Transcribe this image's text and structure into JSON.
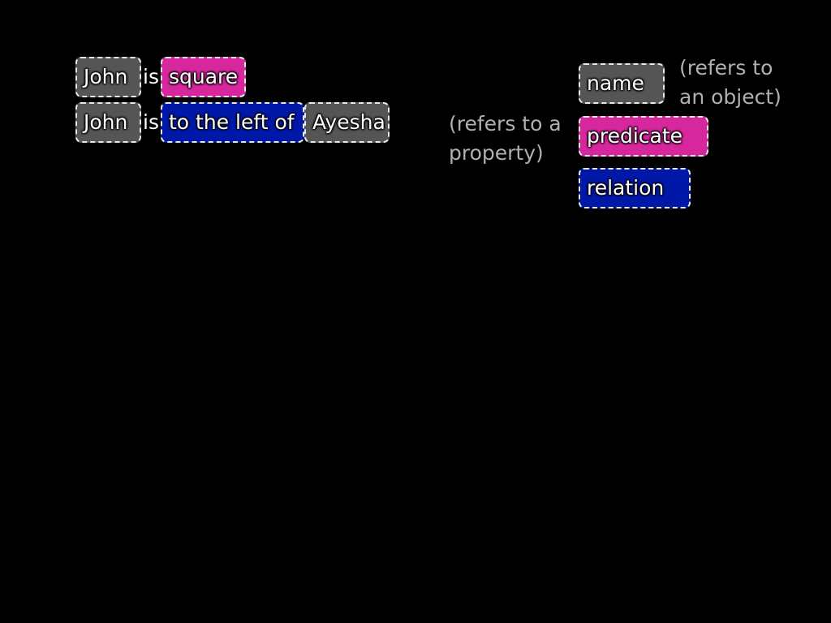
{
  "colors": {
    "name": "#555555",
    "predicate": "#d6279d",
    "relation": "#0018a8",
    "background": "#000000",
    "note_text": "#b0b0b0"
  },
  "sentences": [
    {
      "tokens": [
        {
          "text": "John",
          "kind": "name"
        },
        {
          "text": "is",
          "kind": "plain"
        },
        {
          "text": "square",
          "kind": "predicate"
        }
      ]
    },
    {
      "tokens": [
        {
          "text": "John",
          "kind": "name"
        },
        {
          "text": "is",
          "kind": "plain"
        },
        {
          "text": "to the left of",
          "kind": "relation"
        },
        {
          "text": "Ayesha",
          "kind": "name"
        }
      ]
    }
  ],
  "legend": {
    "name": {
      "label": "name",
      "note_lines": [
        "(refers to",
        "an object)"
      ]
    },
    "predicate": {
      "label": "predicate",
      "note_lines": [
        "(refers to a",
        "property)"
      ]
    },
    "relation": {
      "label": "relation"
    }
  }
}
